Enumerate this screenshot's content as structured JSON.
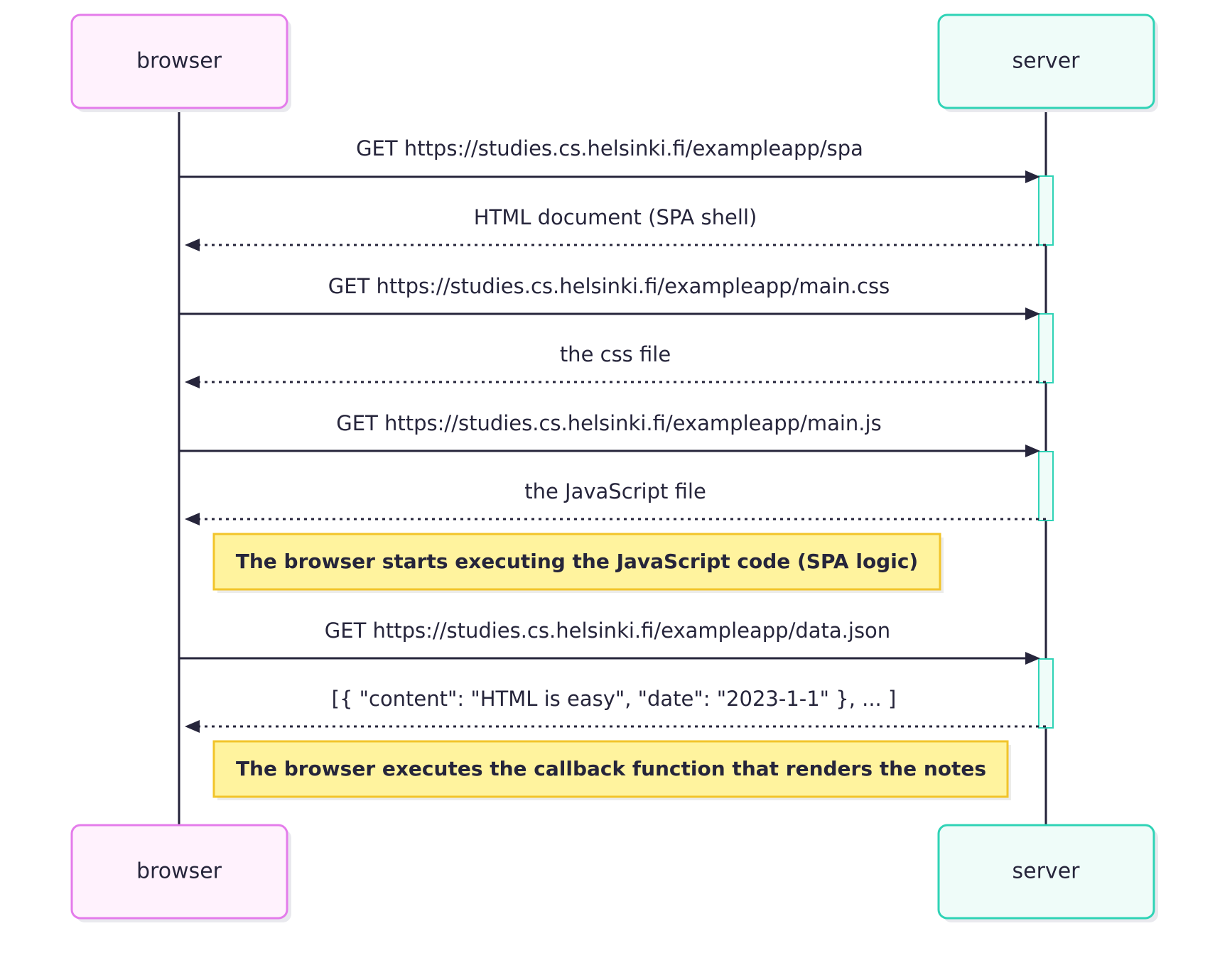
{
  "participants": [
    {
      "id": "browser",
      "label": "browser"
    },
    {
      "id": "server",
      "label": "server"
    }
  ],
  "messages": [
    {
      "from": "browser",
      "to": "server",
      "style": "solid",
      "label": "GET https://studies.cs.helsinki.fi/exampleapp/spa"
    },
    {
      "from": "server",
      "to": "browser",
      "style": "dashed",
      "label": "HTML document (SPA shell)"
    },
    {
      "from": "browser",
      "to": "server",
      "style": "solid",
      "label": "GET https://studies.cs.helsinki.fi/exampleapp/main.css"
    },
    {
      "from": "server",
      "to": "browser",
      "style": "dashed",
      "label": "the css file"
    },
    {
      "from": "browser",
      "to": "server",
      "style": "solid",
      "label": "GET https://studies.cs.helsinki.fi/exampleapp/main.js"
    },
    {
      "from": "server",
      "to": "browser",
      "style": "dashed",
      "label": "the JavaScript file"
    },
    {
      "from": "browser",
      "to": "server",
      "style": "solid",
      "label": "GET https://studies.cs.helsinki.fi/exampleapp/data.json"
    },
    {
      "from": "server",
      "to": "browser",
      "style": "dashed",
      "label": "[{ \"content\": \"HTML is easy\", \"date\": \"2023-1-1\" }, ... ]"
    }
  ],
  "notes": [
    {
      "after_message": 6,
      "text": "The browser starts executing the JavaScript code (SPA logic)"
    },
    {
      "after_message": 8,
      "text": "The browser executes the callback function that renders the notes"
    }
  ],
  "colors": {
    "browser_fill": "#fff2fd",
    "browser_stroke": "#e47ceb",
    "server_fill": "#effcf9",
    "server_stroke": "#2fd3b6",
    "note_fill": "#fff39e",
    "note_stroke": "#f2c42a",
    "line": "#26253b"
  }
}
